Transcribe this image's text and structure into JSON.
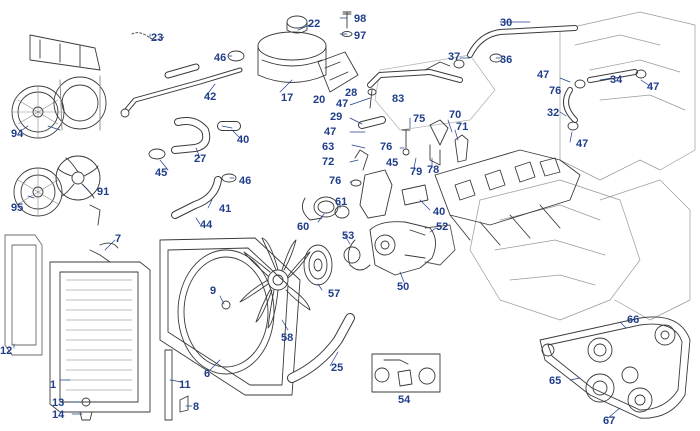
{
  "callout_color": "#1f3d8a",
  "line_color": "#3a3a3a",
  "callouts": [
    {
      "name": "part-1",
      "label": "1"
    },
    {
      "name": "part-6",
      "label": "6"
    },
    {
      "name": "part-7",
      "label": "7"
    },
    {
      "name": "part-8",
      "label": "8"
    },
    {
      "name": "part-9",
      "label": "9"
    },
    {
      "name": "part-11",
      "label": "11"
    },
    {
      "name": "part-12",
      "label": "12"
    },
    {
      "name": "part-13",
      "label": "13"
    },
    {
      "name": "part-14",
      "label": "14"
    },
    {
      "name": "part-17",
      "label": "17"
    },
    {
      "name": "part-20",
      "label": "20"
    },
    {
      "name": "part-22",
      "label": "22"
    },
    {
      "name": "part-23",
      "label": "23"
    },
    {
      "name": "part-25",
      "label": "25"
    },
    {
      "name": "part-27",
      "label": "27"
    },
    {
      "name": "part-28",
      "label": "28"
    },
    {
      "name": "part-29",
      "label": "29"
    },
    {
      "name": "part-30",
      "label": "30"
    },
    {
      "name": "part-32",
      "label": "32"
    },
    {
      "name": "part-34",
      "label": "34"
    },
    {
      "name": "part-36",
      "label": "36"
    },
    {
      "name": "part-37",
      "label": "37"
    },
    {
      "name": "part-40-a",
      "label": "40"
    },
    {
      "name": "part-40-b",
      "label": "40"
    },
    {
      "name": "part-41",
      "label": "41"
    },
    {
      "name": "part-42",
      "label": "42"
    },
    {
      "name": "part-44",
      "label": "44"
    },
    {
      "name": "part-45-a",
      "label": "45"
    },
    {
      "name": "part-45-b",
      "label": "45"
    },
    {
      "name": "part-46-a",
      "label": "46"
    },
    {
      "name": "part-46-b",
      "label": "46"
    },
    {
      "name": "part-47-a",
      "label": "47"
    },
    {
      "name": "part-47-b",
      "label": "47"
    },
    {
      "name": "part-47-c",
      "label": "47"
    },
    {
      "name": "part-47-d",
      "label": "47"
    },
    {
      "name": "part-47-e",
      "label": "47"
    },
    {
      "name": "part-50",
      "label": "50"
    },
    {
      "name": "part-52",
      "label": "52"
    },
    {
      "name": "part-53",
      "label": "53"
    },
    {
      "name": "part-54",
      "label": "54"
    },
    {
      "name": "part-57",
      "label": "57"
    },
    {
      "name": "part-58",
      "label": "58"
    },
    {
      "name": "part-60",
      "label": "60"
    },
    {
      "name": "part-61",
      "label": "61"
    },
    {
      "name": "part-63",
      "label": "63"
    },
    {
      "name": "part-65",
      "label": "65"
    },
    {
      "name": "part-66",
      "label": "66"
    },
    {
      "name": "part-67",
      "label": "67"
    },
    {
      "name": "part-70",
      "label": "70"
    },
    {
      "name": "part-71",
      "label": "71"
    },
    {
      "name": "part-72",
      "label": "72"
    },
    {
      "name": "part-75",
      "label": "75"
    },
    {
      "name": "part-76-a",
      "label": "76"
    },
    {
      "name": "part-76-b",
      "label": "76"
    },
    {
      "name": "part-76-c",
      "label": "76"
    },
    {
      "name": "part-78",
      "label": "78"
    },
    {
      "name": "part-79",
      "label": "79"
    },
    {
      "name": "part-83",
      "label": "83"
    },
    {
      "name": "part-91",
      "label": "91"
    },
    {
      "name": "part-94",
      "label": "94"
    },
    {
      "name": "part-95",
      "label": "95"
    },
    {
      "name": "part-97",
      "label": "97"
    },
    {
      "name": "part-98",
      "label": "98"
    }
  ]
}
